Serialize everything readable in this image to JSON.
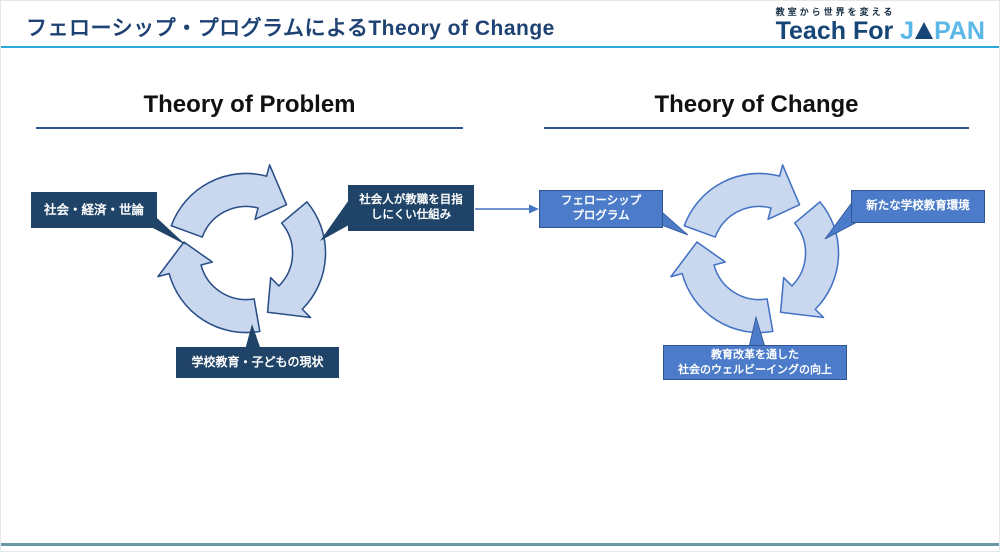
{
  "slide_title": "フェローシップ・プログラムによるTheory of Change",
  "logo": {
    "tagline": "教室から世界を変える",
    "brand_prefix": "Teach For ",
    "brand_j": "J",
    "brand_suffix": "PAN",
    "triangle_a_icon": "solid navy triangle replacing first A of JAPAN"
  },
  "left_section": {
    "heading": "Theory of Problem",
    "nodes": {
      "left": "社会・経済・世論",
      "right": "社会人が教職を目指\nしにくい仕組み",
      "bottom": "学校教育・子どもの現状"
    }
  },
  "right_section": {
    "heading": "Theory of Change",
    "nodes": {
      "left": "フェローシップ\nプログラム",
      "right": "新たな学校教育環境",
      "bottom": "教育改革を通した\n社会のウェルビーイングの向上"
    }
  },
  "connector": {
    "from": "社会人が教職を目指しにくい仕組み",
    "to": "フェローシップ プログラム",
    "direction": "right"
  },
  "colors": {
    "title_navy": "#1e4273",
    "header_rule_cyan": "#29a9e0",
    "heading_rule_navy": "#2e5395",
    "dark_box_navy": "#1f4467",
    "medium_box_blue": "#4c7cc9",
    "medium_box_border": "#2f5597",
    "cycle_fill_light_blue": "#c9d8ef",
    "cycle_stroke_left": "#2a4e87",
    "cycle_stroke_right": "#4472c4",
    "brand_navy": "#164677",
    "brand_light_blue": "#5bb7e8",
    "bottom_bar_teal": "#6a98a8"
  }
}
